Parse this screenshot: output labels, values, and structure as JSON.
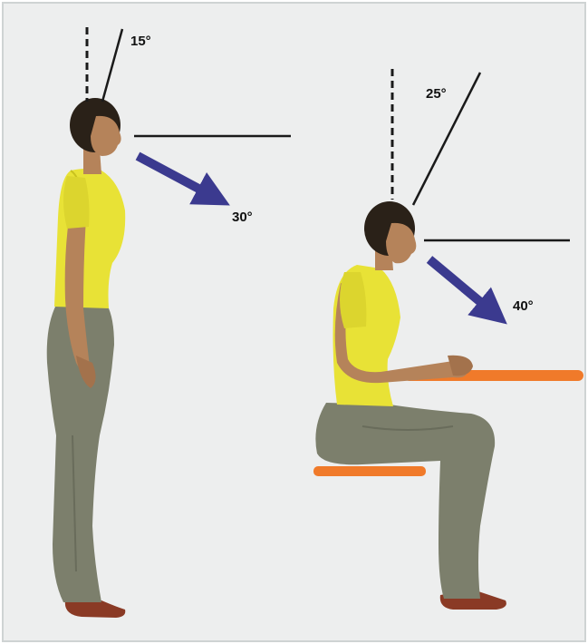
{
  "figure": {
    "standing": {
      "head_tilt_label": "15°",
      "gaze_label": "30°"
    },
    "seated": {
      "head_tilt_label": "25°",
      "gaze_label": "40°"
    }
  },
  "colors": {
    "background": "#edeeee",
    "border": "#cfd3d3",
    "arrow": "#3b3a8f",
    "furniture": "#f07a2a",
    "shirt": "#e8e236",
    "trousers": "#7c7f6c",
    "skin": "#b5835a",
    "hair": "#2a2118",
    "shoes": "#8a3a25",
    "reference_line": "#1a1a1a"
  }
}
